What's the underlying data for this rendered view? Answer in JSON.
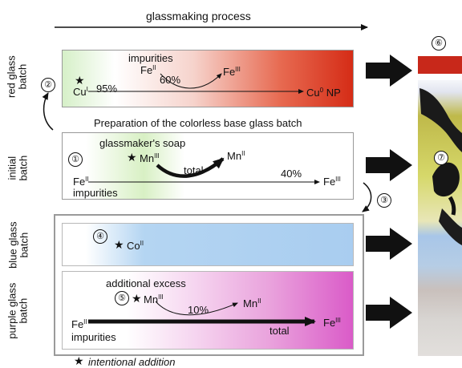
{
  "title": "glassmaking process",
  "side_labels": {
    "red": [
      "red glass",
      "batch"
    ],
    "initial": [
      "initial",
      "batch"
    ],
    "blue": [
      "blue glass",
      "batch"
    ],
    "purple": [
      "purple glass",
      "batch"
    ]
  },
  "steps": {
    "s1": "①",
    "s2": "②",
    "s3": "③",
    "s4": "④",
    "s5": "⑤",
    "s6": "⑥",
    "s7": "⑦"
  },
  "star": "★",
  "red": {
    "impurities": "impurities",
    "fe2_base": "Fe",
    "fe2_sup": "II",
    "pct60": "60%",
    "fe3_base": "Fe",
    "fe3_sup": "III",
    "cu1_base": "Cu",
    "cu1_sup": "I",
    "pct95": "95%",
    "cu0_base": "Cu",
    "cu0_sup": "0",
    "cu0_suffix": " NP"
  },
  "base_heading": "Preparation of the colorless base glass batch",
  "initial": {
    "soap": "glassmaker's soap",
    "mn3_base": "Mn",
    "mn3_sup": "III",
    "mn2_base": "Mn",
    "mn2_sup": "II",
    "total": "total",
    "pct40": "40%",
    "fe2_base": "Fe",
    "fe2_sup": "II",
    "impurities": "impurities",
    "fe3_base": "Fe",
    "fe3_sup": "III"
  },
  "blue": {
    "co_base": "Co",
    "co_sup": "II"
  },
  "purple": {
    "excess": "additional excess",
    "mn3_base": "Mn",
    "mn3_sup": "III",
    "pct10": "10%",
    "mn2_base": "Mn",
    "mn2_sup": "II",
    "fe2_base": "Fe",
    "fe2_sup": "II",
    "impurities": "impurities",
    "total": "total",
    "fe3_base": "Fe",
    "fe3_sup": "III"
  },
  "legend": "intentional addition",
  "colors": {
    "red_start": "#d6f0c8",
    "red_end": "#d8331c",
    "green": "#d8f0c4",
    "blue": "#a9cdf0",
    "purple": "#da5bc8"
  }
}
